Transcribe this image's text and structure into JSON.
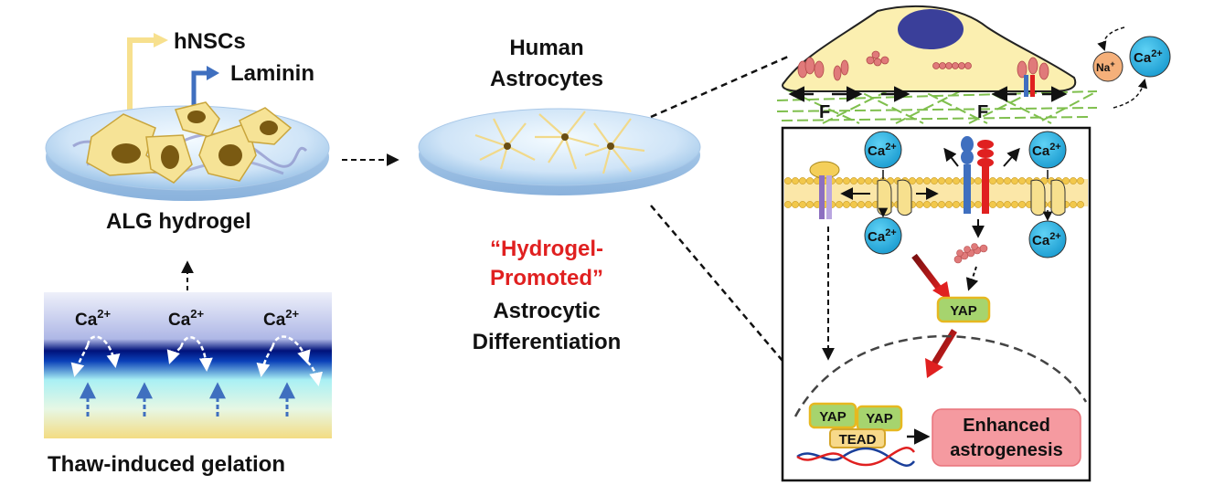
{
  "left_panel": {
    "hnscs_label": "hNSCs",
    "laminin_label": "Laminin",
    "hydrogel_label": "ALG hydrogel",
    "gelation_label": "Thaw-induced gelation",
    "ca_label": "Ca",
    "ca_charge": "2+"
  },
  "middle_panel": {
    "astro_line1": "Human",
    "astro_line2": "Astrocytes",
    "promoted_line1": "“Hydrogel-",
    "promoted_line2": "Promoted”",
    "diff_line1": "Astrocytic",
    "diff_line2": "Differentiation"
  },
  "right_panel": {
    "na_label": "Na",
    "na_charge": "+",
    "ca_label": "Ca",
    "ca_charge": "2+",
    "force_label": "F",
    "yap_label": "YAP",
    "tead_label": "TEAD",
    "enhanced_line1": "Enhanced",
    "enhanced_line2": "astrogenesis"
  },
  "colors": {
    "red_accent": "#e02020",
    "calcium_blue": "#1aa7dc",
    "yap_green": "#8cc63f",
    "membrane_yellow": "#f2c84b",
    "cell_body": "#fbefb0",
    "nucleus": "#3a3f9a",
    "outcome_pink": "#f59aa0"
  },
  "icons": [
    "arrow-right-icon",
    "calcium-ion-icon",
    "sodium-ion-icon",
    "ion-channel-icon",
    "integrin-icon",
    "dna-icon"
  ]
}
